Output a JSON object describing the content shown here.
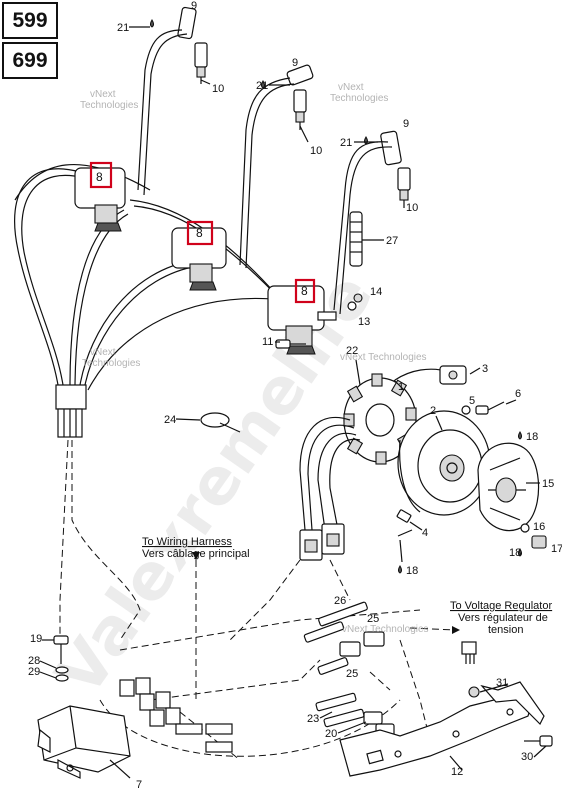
{
  "models": [
    "599",
    "699"
  ],
  "callouts": {
    "c21a": "21",
    "c9a": "9",
    "c10a": "10",
    "c21b": "21",
    "c9b": "9",
    "c10b": "10",
    "c21c": "21",
    "c9c": "9",
    "c10c": "10",
    "c8a": "8",
    "c8b": "8",
    "c8c": "8",
    "c27": "27",
    "c14": "14",
    "c13": "13",
    "c11": "11",
    "c22": "22",
    "c3": "3",
    "c1": "1",
    "c5": "5",
    "c6": "6",
    "c2": "2",
    "c18a": "18",
    "c24": "24",
    "c15": "15",
    "c4": "4",
    "c16": "16",
    "c18b": "18",
    "c17": "17",
    "c18c": "18",
    "c26": "26",
    "c25a": "25",
    "c25b": "25",
    "c19": "19",
    "c28": "28",
    "c29": "29",
    "c31": "31",
    "c23": "23",
    "c20": "20",
    "c12": "12",
    "c30": "30",
    "c7": "7"
  },
  "notes": {
    "wiring_en": "To Wiring Harness",
    "wiring_fr": "Vers câblage principal",
    "regulator_en": "To Voltage Regulator",
    "regulator_fr1": "Vers régulateur de",
    "regulator_fr2": "tension"
  },
  "watermarks": {
    "brand_line1": "vNext",
    "brand_line2": "Technologies",
    "brand_inline": "vNext Technologies",
    "diagonal": "Valexremelife"
  },
  "colors": {
    "highlight": "#d0021b"
  }
}
